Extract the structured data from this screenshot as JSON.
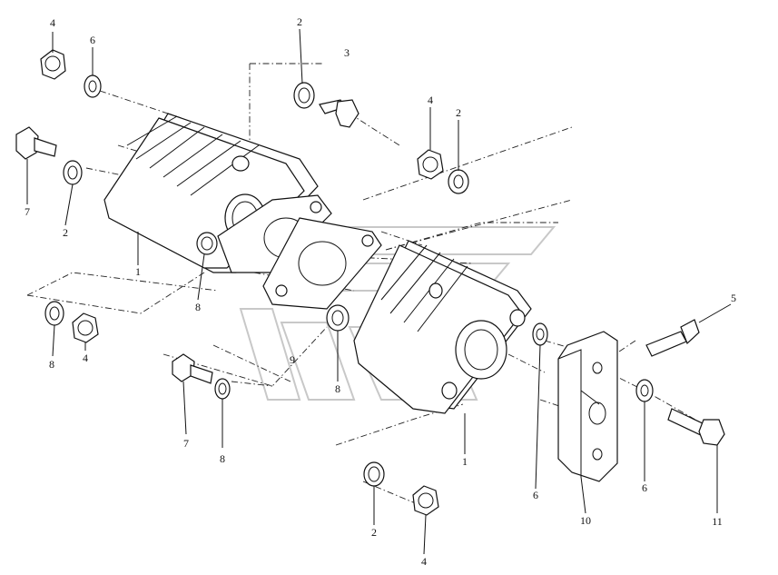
{
  "callouts": [
    {
      "id": "c1",
      "label": "4"
    },
    {
      "id": "c2",
      "label": "6"
    },
    {
      "id": "c3",
      "label": "2"
    },
    {
      "id": "c4",
      "label": "3"
    },
    {
      "id": "c5",
      "label": "4"
    },
    {
      "id": "c6",
      "label": "2"
    },
    {
      "id": "c7",
      "label": "7"
    },
    {
      "id": "c8",
      "label": "2"
    },
    {
      "id": "c9",
      "label": "1"
    },
    {
      "id": "c10",
      "label": "8"
    },
    {
      "id": "c11",
      "label": "8"
    },
    {
      "id": "c12",
      "label": "4"
    },
    {
      "id": "c13",
      "label": "9"
    },
    {
      "id": "c14",
      "label": "8"
    },
    {
      "id": "c15",
      "label": "7"
    },
    {
      "id": "c16",
      "label": "8"
    },
    {
      "id": "c17",
      "label": "1"
    },
    {
      "id": "c18",
      "label": "5"
    },
    {
      "id": "c19",
      "label": "6"
    },
    {
      "id": "c20",
      "label": "6"
    },
    {
      "id": "c21",
      "label": "10"
    },
    {
      "id": "c22",
      "label": "11"
    },
    {
      "id": "c23",
      "label": "2"
    },
    {
      "id": "c24",
      "label": "4"
    }
  ]
}
